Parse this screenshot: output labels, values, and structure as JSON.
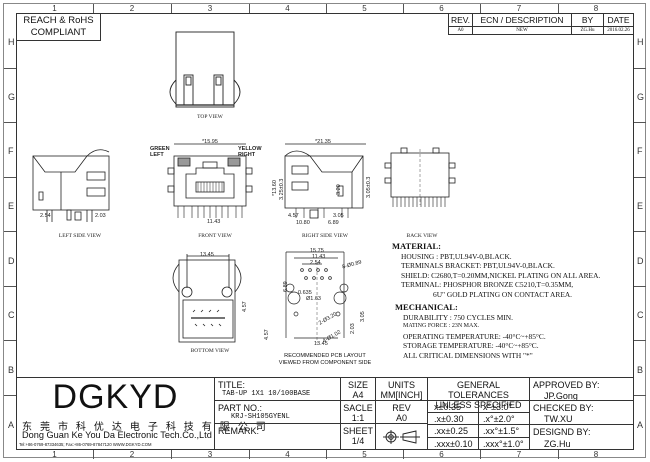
{
  "frame": {
    "columns": [
      "1",
      "2",
      "3",
      "4",
      "5",
      "6",
      "7",
      "8"
    ],
    "rows": [
      "H",
      "G",
      "F",
      "E",
      "D",
      "C",
      "B",
      "A"
    ]
  },
  "compliance_badge": {
    "line1": "REACH & RoHS",
    "line2": "COMPLIANT"
  },
  "revision_table": {
    "headers": {
      "rev": "REV.",
      "ecn": "ECN / DESCRIPTION",
      "by": "BY",
      "date": "DATE"
    },
    "rows": [
      {
        "rev": "A0",
        "ecn": "NEW",
        "by": "ZG.Hu",
        "date": "2016.02.26"
      }
    ]
  },
  "views": {
    "top": {
      "label": "TOP VIEW"
    },
    "left_side": {
      "label": "LEFT SIDE VIEW",
      "dims": [
        "2.54",
        "2.03"
      ]
    },
    "front": {
      "label": "FRONT VIEW",
      "led_left": [
        "GREEN",
        "LEFT"
      ],
      "led_right": [
        "YELLOW",
        "RIGHT"
      ],
      "dims": [
        "*15.95",
        "11.43"
      ]
    },
    "right_side": {
      "label": "RIGHT SIDE VIEW",
      "dims": [
        "*21.35",
        "*13.60",
        "3.25±0.3",
        "3.20",
        "3.05±0.3",
        "4.57",
        "3.05",
        "10.80",
        "6.89"
      ]
    },
    "back": {
      "label": "BACK VIEW"
    },
    "bottom": {
      "label": "BOTTOM VIEW",
      "dims": [
        "13.45",
        "4.57"
      ]
    },
    "pcb_layout": {
      "label_line1": "RECOMMENDED PCB LAYOUT",
      "label_line2": "VIEWED FROM COMPONENT SIDE",
      "dims": [
        "15.75",
        "11.43",
        "2.54",
        "8-Ø0.89",
        "6.89",
        "0.635",
        "Ø1.63",
        "2-Ø3.20",
        "3.05",
        "4.57",
        "2.03",
        "4-Ø1.02",
        "13.45"
      ]
    }
  },
  "material": {
    "heading": "MATERIAL:",
    "lines": [
      "HOUSING : PBT,UL94V-0,BLACK.",
      "TERMINALS BRACKET: PBT,UL94V-0,BLACK.",
      "SHIELD: C2680,T=0.20MM,NICKEL PLATING ON ALL AREA.",
      "TERMINAL: PHOSPHOR BRONZE C5210,T=0.35MM,",
      "6U\" GOLD PLATING ON CONTACT AREA."
    ]
  },
  "mechanical": {
    "heading": "MECHANICAL:",
    "lines": [
      "DURABILITY : 750 CYCLES MIN.",
      "MATING FORCE : 23N MAX.",
      "OPERATING TEMPERATURE: -40°C~+85°C.",
      "STORAGE TEMPERATURE: -40°C~+85°C.",
      "ALL CRITICAL DIMENSIONS WITH \"*\""
    ]
  },
  "title_block": {
    "company_logo": "DGKYD",
    "company_cn": "东 莞 市 科 优 达 电 子 科 技 有 限 公 司",
    "company_en": "Dong Guan Ke You Da Electronic Tech.Co.,Ltd",
    "contact": "Tel:+86-0769-87334635; Fax:+86-0769-87847120  WWW.DGKYD.COM",
    "title_label": "TITLE:",
    "title_value": "TAB-UP 1X1 10/100BASE",
    "part_label": "PART NO.:",
    "part_value": "KRJ-SH105GYENL",
    "remark_label": "REMARK:",
    "size_label": "SIZE",
    "size_value": "A4",
    "units_label": "UNITS",
    "units_value": "MM[INCH]",
    "scale_label": "SACLE",
    "scale_value": "1:1",
    "rev_label": "REV",
    "rev_value": "A0",
    "sheet_label": "SHEET",
    "sheet_value": "1/4",
    "projection_icon": "third-angle-projection-icon",
    "tolerances": {
      "heading1": "GENERAL TOLERANCES",
      "heading2": "UNLESS SPECIFIED",
      "linear": [
        "x±0.35",
        ".x±0.30",
        ".xx±0.25",
        ".xxx±0.10"
      ],
      "angular": [
        "x°±3.0°",
        ".x°±2.0°",
        ".xx°±1.5°",
        ".xxx°±1.0°"
      ]
    },
    "approved_label": "APPROVED BY:",
    "approved_value": "JP.Gong",
    "checked_label": "CHECKED BY:",
    "checked_value": "TW.XU",
    "designed_label": "DESIGND BY:",
    "designed_value": "ZG.Hu"
  }
}
